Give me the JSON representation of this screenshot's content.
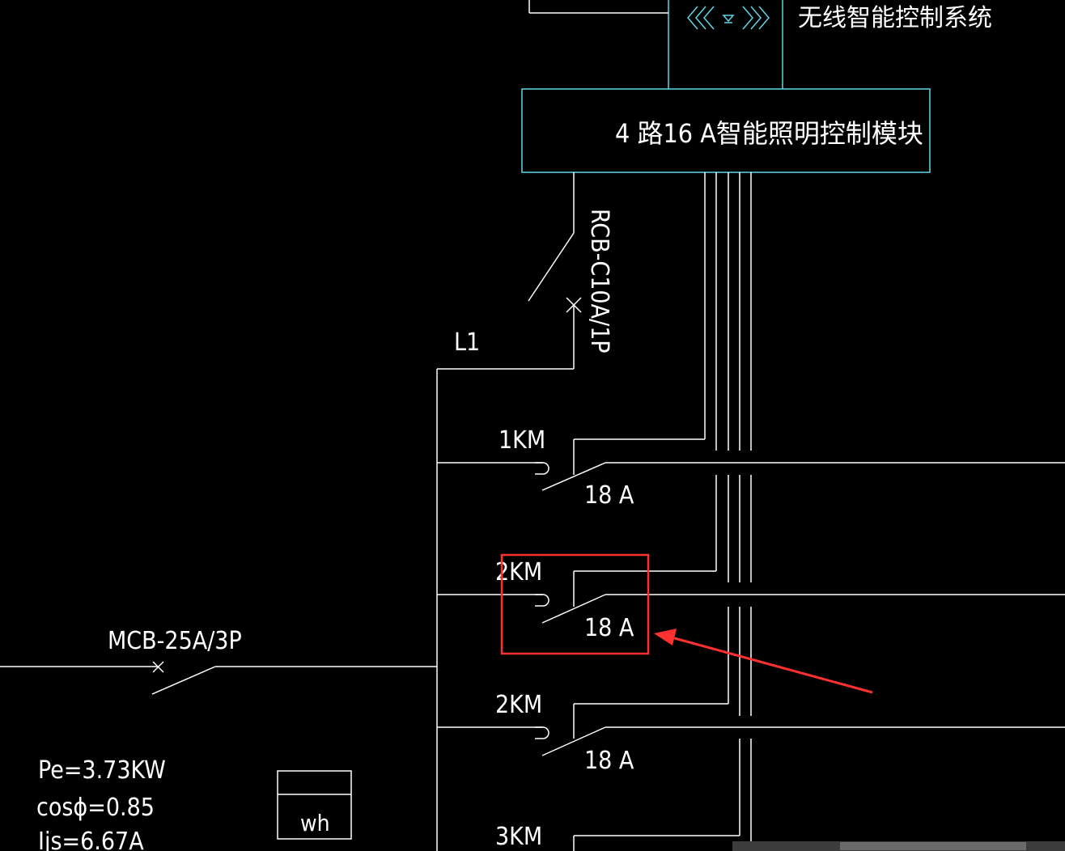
{
  "colors": {
    "background": "#000000",
    "line": "#ffffff",
    "module": "#5fd7e6",
    "highlight": "#ff3030"
  },
  "labels": {
    "wireless_system": "无线智能控制系统",
    "module": "4 路16 A智能照明控制模块",
    "rcb": "RCB-C10A/1P",
    "phase": "L1",
    "main_breaker": "MCB-25A/3P",
    "meter": "wh",
    "pe": "Pe=3.73KW",
    "cos": "cosϕ=0.85",
    "ijs": "Ijs=6.67A"
  },
  "contactors": [
    {
      "name": "1KM",
      "rating": "18 A"
    },
    {
      "name": "2KM",
      "rating": "18 A"
    },
    {
      "name": "2KM",
      "rating": "18 A"
    },
    {
      "name": "3KM"
    }
  ]
}
